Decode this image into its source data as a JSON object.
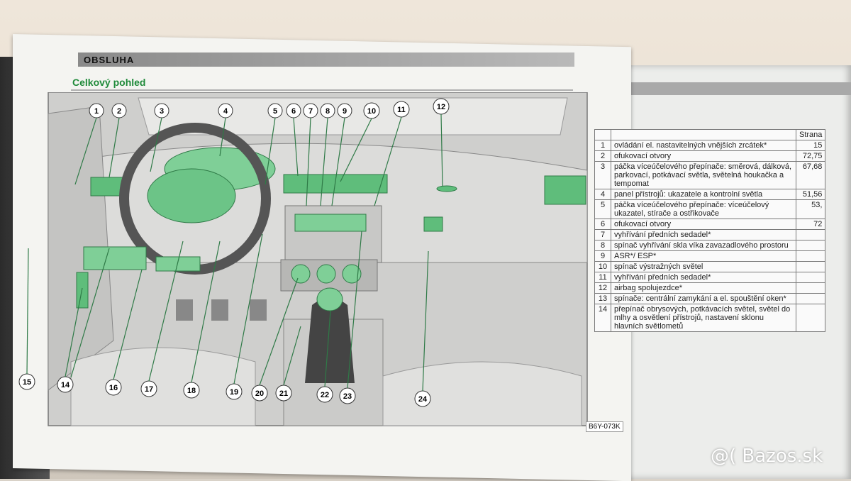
{
  "page": {
    "section_header": "OBSLUHA",
    "subtitle": "Celkový pohled",
    "figure_code": "B6Y-073K"
  },
  "colors": {
    "accent_green": "#1f8a3a",
    "callout_green": "#8fd4a0",
    "highlight_green": "#5fbd7b"
  },
  "callouts_top": [
    "1",
    "2",
    "3",
    "4",
    "5",
    "6",
    "7",
    "8",
    "9",
    "10",
    "11",
    "12"
  ],
  "callouts_bottom": [
    "15",
    "14",
    "16",
    "17",
    "18",
    "19",
    "20",
    "21",
    "22",
    "23",
    "24"
  ],
  "legend": {
    "header": "Strana",
    "rows": [
      {
        "num": "1",
        "desc": "ovládání el. nastavitelných vnějších zrcátek*",
        "page": "15"
      },
      {
        "num": "2",
        "desc": "ofukovací otvory",
        "page": "72,75"
      },
      {
        "num": "3",
        "desc": "páčka víceúčelového přepínače: směrová, dálková, parkovací, potkávací světla, světelná houkačka a tempomat",
        "page": "67,68"
      },
      {
        "num": "4",
        "desc": "panel přístrojů: ukazatele a kontrolní světla",
        "page": "51,56"
      },
      {
        "num": "5",
        "desc": "páčka víceúčelového přepínače: víceúčelový ukazatel, stírače a ostřikovače",
        "page": "53,"
      },
      {
        "num": "6",
        "desc": "ofukovací otvory",
        "page": "72"
      },
      {
        "num": "7",
        "desc": "vyhřívání předních sedadel*",
        "page": ""
      },
      {
        "num": "8",
        "desc": "spínač vyhřívání skla víka zavazadlového prostoru",
        "page": ""
      },
      {
        "num": "9",
        "desc": "ASR*/ ESP*",
        "page": ""
      },
      {
        "num": "10",
        "desc": "spínač výstražných světel",
        "page": ""
      },
      {
        "num": "11",
        "desc": "vyhřívání předních sedadel*",
        "page": ""
      },
      {
        "num": "12",
        "desc": "airbag spolujezdce*",
        "page": ""
      },
      {
        "num": "13",
        "desc": "spínače: centrální zamykání a el. spouštění oken*",
        "page": ""
      },
      {
        "num": "14",
        "desc": "přepínač obrysových, potkávacích světel, světel do mlhy a osvětlení přístrojů, nastavení sklonu hlavních světlometů",
        "page": ""
      }
    ]
  },
  "watermark": "@( Bazos.sk"
}
